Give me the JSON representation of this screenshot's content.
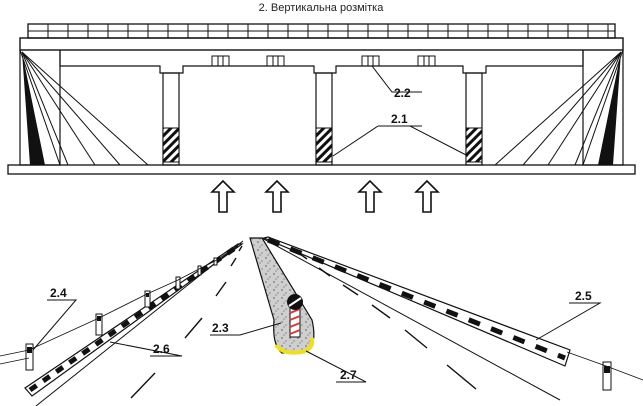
{
  "title": "2. Вертикальна розмітка",
  "labels": {
    "l2_1": "2.1",
    "l2_2": "2.2",
    "l2_3": "2.3",
    "l2_4": "2.4",
    "l2_5": "2.5",
    "l2_6": "2.6",
    "l2_7": "2.7"
  },
  "icons": {
    "arrow": "hollow-up-arrow-icon",
    "delineator": "road-delineator-post-icon",
    "bollard": "island-bollard-icon"
  },
  "colors": {
    "ink": "#111111",
    "island_fill": "#cfcfcf",
    "island_edge": "#f2df1c",
    "bollard_stripe": "#d23a3a",
    "background": "#ffffff"
  }
}
